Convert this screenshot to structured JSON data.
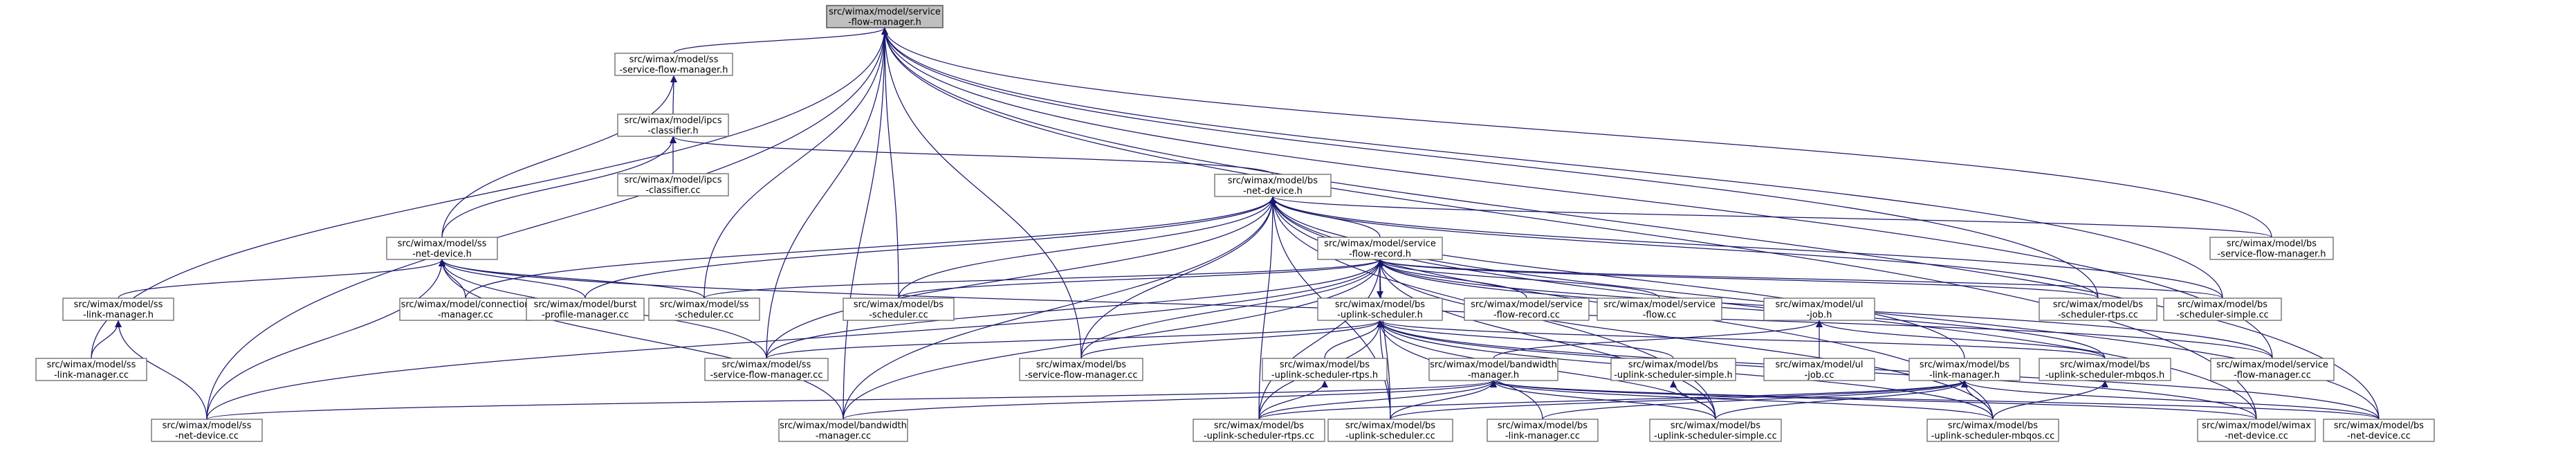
{
  "diagram": {
    "colors": {
      "edge": "#191970",
      "root_fill": "#bfbfbf",
      "node_fill": "#ffffff",
      "node_border": "#666666"
    },
    "nodes": [
      {
        "id": "sfm_h",
        "lines": [
          "src/wimax/model/service",
          "-flow-manager.h"
        ],
        "root": true
      },
      {
        "id": "ss_sfm_h",
        "lines": [
          "src/wimax/model/ss",
          "-service-flow-manager.h"
        ]
      },
      {
        "id": "ipcs_h",
        "lines": [
          "src/wimax/model/ipcs",
          "-classifier.h"
        ]
      },
      {
        "id": "ipcs_cc",
        "lines": [
          "src/wimax/model/ipcs",
          "-classifier.cc"
        ]
      },
      {
        "id": "bs_nd_h",
        "lines": [
          "src/wimax/model/bs",
          "-net-device.h"
        ]
      },
      {
        "id": "ss_nd_h",
        "lines": [
          "src/wimax/model/ss",
          "-net-device.h"
        ]
      },
      {
        "id": "sfr_h",
        "lines": [
          "src/wimax/model/service",
          "-flow-record.h"
        ]
      },
      {
        "id": "bs_sfm_h",
        "lines": [
          "src/wimax/model/bs",
          "-service-flow-manager.h"
        ]
      },
      {
        "id": "ss_lm_h",
        "lines": [
          "src/wimax/model/ss",
          "-link-manager.h"
        ]
      },
      {
        "id": "conn_cc",
        "lines": [
          "src/wimax/model/connection",
          "-manager.cc"
        ]
      },
      {
        "id": "burst_cc",
        "lines": [
          "src/wimax/model/burst",
          "-profile-manager.cc"
        ]
      },
      {
        "id": "ss_sched_cc",
        "lines": [
          "src/wimax/model/ss",
          "-scheduler.cc"
        ]
      },
      {
        "id": "bs_sched_cc",
        "lines": [
          "src/wimax/model/bs",
          "-scheduler.cc"
        ]
      },
      {
        "id": "bs_us_h",
        "lines": [
          "src/wimax/model/bs",
          "-uplink-scheduler.h"
        ]
      },
      {
        "id": "sfr_cc",
        "lines": [
          "src/wimax/model/service",
          "-flow-record.cc"
        ]
      },
      {
        "id": "sf_cc",
        "lines": [
          "src/wimax/model/service",
          "-flow.cc"
        ]
      },
      {
        "id": "ul_job_h",
        "lines": [
          "src/wimax/model/ul",
          "-job.h"
        ]
      },
      {
        "id": "bs_rtps_cc",
        "lines": [
          "src/wimax/model/bs",
          "-scheduler-rtps.cc"
        ]
      },
      {
        "id": "bs_simple_cc",
        "lines": [
          "src/wimax/model/bs",
          "-scheduler-simple.cc"
        ]
      },
      {
        "id": "ss_lm_cc",
        "lines": [
          "src/wimax/model/ss",
          "-link-manager.cc"
        ]
      },
      {
        "id": "ss_sfm_cc",
        "lines": [
          "src/wimax/model/ss",
          "-service-flow-manager.cc"
        ]
      },
      {
        "id": "bs_sfm_cc",
        "lines": [
          "src/wimax/model/bs",
          "-service-flow-manager.cc"
        ]
      },
      {
        "id": "bs_us_rtps_h",
        "lines": [
          "src/wimax/model/bs",
          "-uplink-scheduler-rtps.h"
        ]
      },
      {
        "id": "bw_h",
        "lines": [
          "src/wimax/model/bandwidth",
          "-manager.h"
        ]
      },
      {
        "id": "bs_us_simple_h",
        "lines": [
          "src/wimax/model/bs",
          "-uplink-scheduler-simple.h"
        ]
      },
      {
        "id": "ul_job_cc",
        "lines": [
          "src/wimax/model/ul",
          "-job.cc"
        ]
      },
      {
        "id": "bs_lm_h",
        "lines": [
          "src/wimax/model/bs",
          "-link-manager.h"
        ]
      },
      {
        "id": "bs_us_mbqos_h",
        "lines": [
          "src/wimax/model/bs",
          "-uplink-scheduler-mbqos.h"
        ]
      },
      {
        "id": "sfm_cc",
        "lines": [
          "src/wimax/model/service",
          "-flow-manager.cc"
        ]
      },
      {
        "id": "ss_nd_cc",
        "lines": [
          "src/wimax/model/ss",
          "-net-device.cc"
        ]
      },
      {
        "id": "bw_cc",
        "lines": [
          "src/wimax/model/bandwidth",
          "-manager.cc"
        ]
      },
      {
        "id": "bs_us_rtps_cc",
        "lines": [
          "src/wimax/model/bs",
          "-uplink-scheduler-rtps.cc"
        ]
      },
      {
        "id": "bs_us_cc",
        "lines": [
          "src/wimax/model/bs",
          "-uplink-scheduler.cc"
        ]
      },
      {
        "id": "bs_lm_cc",
        "lines": [
          "src/wimax/model/bs",
          "-link-manager.cc"
        ]
      },
      {
        "id": "bs_us_simple_cc",
        "lines": [
          "src/wimax/model/bs",
          "-uplink-scheduler-simple.cc"
        ]
      },
      {
        "id": "bs_us_mbqos_cc",
        "lines": [
          "src/wimax/model/bs",
          "-uplink-scheduler-mbqos.cc"
        ]
      },
      {
        "id": "wimax_nd_cc",
        "lines": [
          "src/wimax/model/wimax",
          "-net-device.cc"
        ]
      },
      {
        "id": "bs_nd_cc",
        "lines": [
          "src/wimax/model/bs",
          "-net-device.cc"
        ]
      }
    ],
    "edges": [
      [
        "ss_sfm_h",
        "sfm_h"
      ],
      [
        "bs_sfm_h",
        "sfm_h"
      ],
      [
        "ss_lm_cc",
        "sfm_h"
      ],
      [
        "ss_nd_cc",
        "sfm_h"
      ],
      [
        "bw_cc",
        "sfm_h"
      ],
      [
        "ss_sfm_cc",
        "sfm_h"
      ],
      [
        "ss_sched_cc",
        "sfm_h"
      ],
      [
        "bs_sched_cc",
        "sfm_h"
      ],
      [
        "bs_sfm_cc",
        "sfm_h"
      ],
      [
        "bs_rtps_cc",
        "sfm_h"
      ],
      [
        "bs_simple_cc",
        "sfm_h"
      ],
      [
        "sfm_cc",
        "sfm_h"
      ],
      [
        "wimax_nd_cc",
        "sfm_h"
      ],
      [
        "bs_nd_cc",
        "sfm_h"
      ],
      [
        "ipcs_h",
        "ss_sfm_h"
      ],
      [
        "ss_nd_h",
        "ss_sfm_h"
      ],
      [
        "ipcs_cc",
        "ipcs_h"
      ],
      [
        "ss_nd_h",
        "ipcs_h"
      ],
      [
        "bs_nd_h",
        "ipcs_h"
      ],
      [
        "sfr_h",
        "bs_nd_h"
      ],
      [
        "bs_sfm_h",
        "bs_nd_h"
      ],
      [
        "conn_cc",
        "bs_nd_h"
      ],
      [
        "burst_cc",
        "bs_nd_h"
      ],
      [
        "bs_sched_cc",
        "bs_nd_h"
      ],
      [
        "bs_rtps_cc",
        "bs_nd_h"
      ],
      [
        "bs_simple_cc",
        "bs_nd_h"
      ],
      [
        "ss_sfm_cc",
        "bs_nd_h"
      ],
      [
        "bs_sfm_cc",
        "bs_nd_h"
      ],
      [
        "bs_lm_h",
        "bs_nd_h"
      ],
      [
        "bw_cc",
        "bs_nd_h"
      ],
      [
        "bs_us_rtps_cc",
        "bs_nd_h"
      ],
      [
        "bs_us_cc",
        "bs_nd_h"
      ],
      [
        "bs_us_simple_cc",
        "bs_nd_h"
      ],
      [
        "bs_us_mbqos_cc",
        "bs_nd_h"
      ],
      [
        "wimax_nd_cc",
        "bs_nd_h"
      ],
      [
        "bs_nd_cc",
        "bs_nd_h"
      ],
      [
        "ss_lm_h",
        "ss_nd_h"
      ],
      [
        "conn_cc",
        "ss_nd_h"
      ],
      [
        "burst_cc",
        "ss_nd_h"
      ],
      [
        "ss_sched_cc",
        "ss_nd_h"
      ],
      [
        "ss_sfm_cc",
        "ss_nd_h"
      ],
      [
        "ss_nd_cc",
        "ss_nd_h"
      ],
      [
        "bw_cc",
        "ss_nd_h"
      ],
      [
        "sfm_cc",
        "ss_nd_h"
      ],
      [
        "bs_us_h",
        "sfr_h"
      ],
      [
        "sfr_cc",
        "sfr_h"
      ],
      [
        "sf_cc",
        "sfr_h"
      ],
      [
        "ss_sched_cc",
        "sfr_h"
      ],
      [
        "bs_sched_cc",
        "sfr_h"
      ],
      [
        "bs_rtps_cc",
        "sfr_h"
      ],
      [
        "bs_simple_cc",
        "sfr_h"
      ],
      [
        "ss_sfm_cc",
        "sfr_h"
      ],
      [
        "bs_sfm_cc",
        "sfr_h"
      ],
      [
        "sfm_cc",
        "sfr_h"
      ],
      [
        "bw_cc",
        "sfr_h"
      ],
      [
        "ss_nd_cc",
        "sfr_h"
      ],
      [
        "bs_us_rtps_cc",
        "sfr_h"
      ],
      [
        "bs_us_cc",
        "sfr_h"
      ],
      [
        "bs_us_simple_cc",
        "sfr_h"
      ],
      [
        "bs_us_mbqos_cc",
        "sfr_h"
      ],
      [
        "bs_us_mbqos_h",
        "sfr_h"
      ],
      [
        "sfr_h",
        "bs_us_h"
      ],
      [
        "bs_us_rtps_h",
        "bs_us_h"
      ],
      [
        "bs_us_simple_h",
        "bs_us_h"
      ],
      [
        "bs_us_mbqos_h",
        "bs_us_h"
      ],
      [
        "bs_sfm_cc",
        "bs_us_h"
      ],
      [
        "ss_sfm_cc",
        "bs_us_h"
      ],
      [
        "bs_us_cc",
        "bs_us_h"
      ],
      [
        "bs_lm_cc",
        "bs_us_h"
      ],
      [
        "bs_us_simple_cc",
        "bs_us_h"
      ],
      [
        "bs_us_mbqos_cc",
        "bs_us_h"
      ],
      [
        "wimax_nd_cc",
        "bs_us_h"
      ],
      [
        "bs_nd_cc",
        "bs_us_h"
      ],
      [
        "bs_us_rtps_cc",
        "bs_us_h"
      ],
      [
        "bw_h",
        "ul_job_h"
      ],
      [
        "ul_job_cc",
        "ul_job_h"
      ],
      [
        "bs_us_mbqos_h",
        "ul_job_h"
      ],
      [
        "ss_lm_cc",
        "ss_lm_h"
      ],
      [
        "ss_nd_cc",
        "ss_lm_h"
      ],
      [
        "bs_us_rtps_cc",
        "bs_us_rtps_h"
      ],
      [
        "bs_us_simple_cc",
        "bs_us_simple_h"
      ],
      [
        "bs_us_mbqos_cc",
        "bs_us_mbqos_h"
      ],
      [
        "ss_nd_cc",
        "bw_h"
      ],
      [
        "bw_cc",
        "bw_h"
      ],
      [
        "bs_us_rtps_cc",
        "bw_h"
      ],
      [
        "bs_us_cc",
        "bw_h"
      ],
      [
        "bs_us_simple_cc",
        "bw_h"
      ],
      [
        "bs_us_mbqos_cc",
        "bw_h"
      ],
      [
        "wimax_nd_cc",
        "bw_h"
      ],
      [
        "bs_nd_cc",
        "bw_h"
      ],
      [
        "bs_lm_cc",
        "bs_lm_h"
      ],
      [
        "bs_nd_cc",
        "bs_lm_h"
      ],
      [
        "bs_us_cc",
        "bs_lm_h"
      ],
      [
        "bs_us_rtps_cc",
        "bs_lm_h"
      ],
      [
        "bs_us_simple_cc",
        "bs_lm_h"
      ],
      [
        "bs_us_mbqos_cc",
        "bs_lm_h"
      ]
    ]
  }
}
